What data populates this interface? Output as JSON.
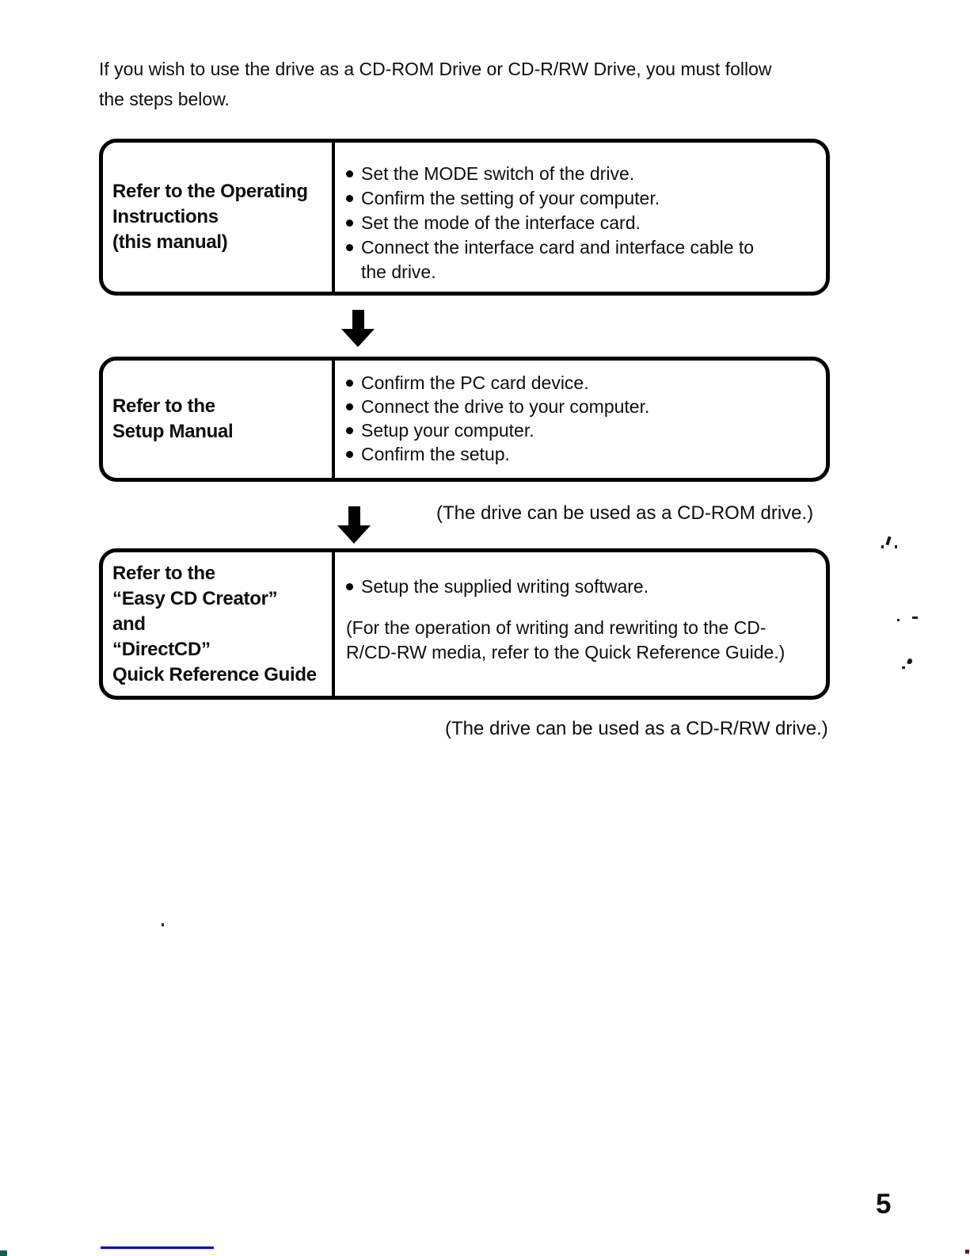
{
  "page": {
    "intro_lines": [
      "If you wish to use the drive as a CD-ROM Drive or CD-R/RW Drive, you must follow",
      "the steps below."
    ],
    "page_number": "5"
  },
  "flow": {
    "boxes": [
      {
        "label_lines": [
          "Refer to the Operating",
          "Instructions",
          "(this manual)"
        ],
        "bullets": [
          "Set the MODE switch of the drive.",
          "Confirm the setting of your computer.",
          "Set the mode of the interface card.",
          "Connect the interface card and interface cable to the drive."
        ]
      },
      {
        "label_lines": [
          "Refer to the",
          "Setup Manual"
        ],
        "bullets": [
          "Confirm the PC card device.",
          "Connect the drive to your computer.",
          "Setup your computer.",
          "Confirm the setup."
        ]
      },
      {
        "label_lines": [
          "Refer to the",
          "“Easy CD Creator”",
          "and",
          "“DirectCD”",
          "Quick Reference Guide"
        ],
        "bullets": [
          "Setup the supplied writing software."
        ],
        "note": "(For the operation of writing and rewriting to the CD-R/CD-RW media, refer to the Quick Reference Guide.)"
      }
    ],
    "captions": [
      "(The drive can be used as a CD-ROM drive.)",
      "(The drive can be used as a CD-R/RW drive.)"
    ]
  },
  "artifacts": {
    "underline_color": "#0000c8"
  }
}
